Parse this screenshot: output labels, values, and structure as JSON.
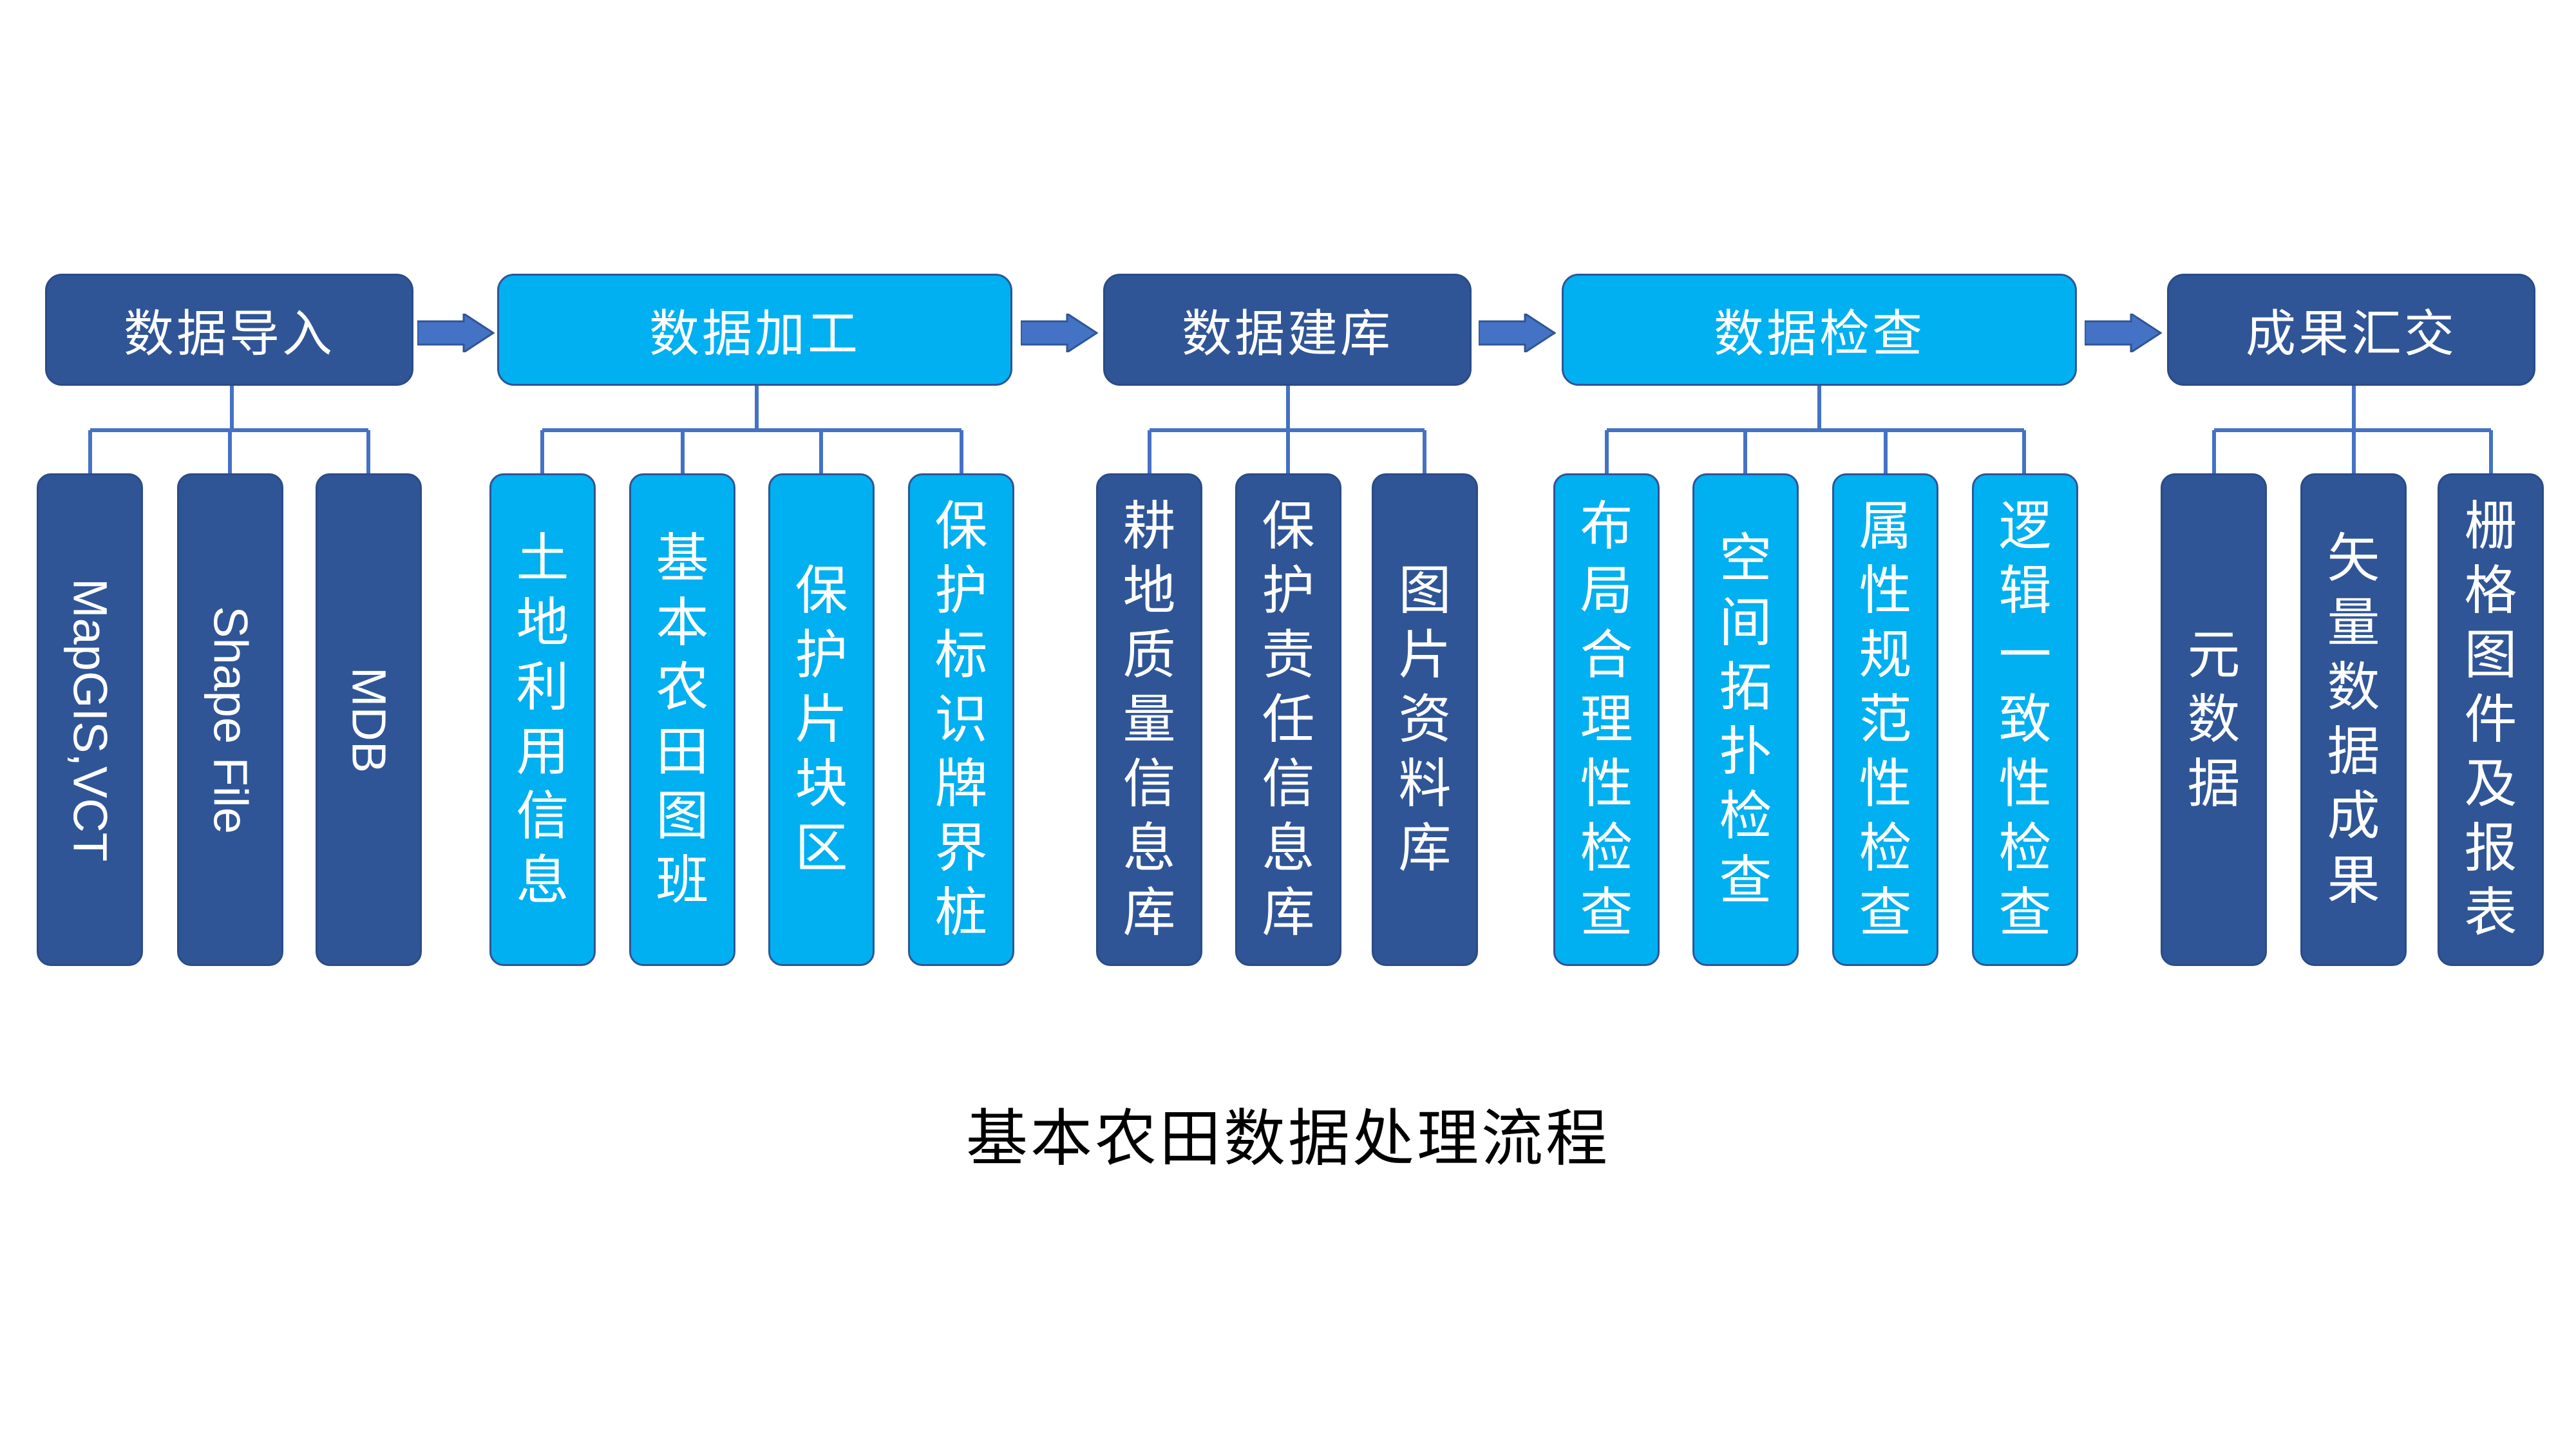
{
  "colors": {
    "dark": "#2F5597",
    "light": "#00B0F0",
    "arrow": "#4472C4",
    "connector": "#4472C4",
    "text_on_box": "#FFFFFF",
    "caption": "#000000"
  },
  "stages": [
    {
      "id": "import",
      "label": "数据导入",
      "style": "dark",
      "children": [
        {
          "label": "MapGIS,VCT",
          "orientation": "rotated"
        },
        {
          "label": "Shape File",
          "orientation": "rotated"
        },
        {
          "label": "MDB",
          "orientation": "rotated"
        }
      ]
    },
    {
      "id": "processing",
      "label": "数据加工",
      "style": "light",
      "children": [
        {
          "label": "土地利用信息",
          "orientation": "stacked"
        },
        {
          "label": "基本农田图班",
          "orientation": "stacked"
        },
        {
          "label": "保护片块区",
          "orientation": "stacked"
        },
        {
          "label": "保护标识牌界桩",
          "orientation": "stacked"
        }
      ]
    },
    {
      "id": "database",
      "label": "数据建库",
      "style": "dark",
      "children": [
        {
          "label": "耕地质量信息库",
          "orientation": "stacked"
        },
        {
          "label": "保护责任信息库",
          "orientation": "stacked"
        },
        {
          "label": "图片资料库",
          "orientation": "stacked"
        }
      ]
    },
    {
      "id": "checking",
      "label": "数据检查",
      "style": "light",
      "children": [
        {
          "label": "布局合理性检查",
          "orientation": "stacked"
        },
        {
          "label": "空间拓扑检查",
          "orientation": "stacked"
        },
        {
          "label": "属性规范性检查",
          "orientation": "stacked"
        },
        {
          "label": "逻辑一致性检查",
          "orientation": "stacked"
        }
      ]
    },
    {
      "id": "delivery",
      "label": "成果汇交",
      "style": "dark",
      "children": [
        {
          "label": "元数据",
          "orientation": "stacked"
        },
        {
          "label": "矢量数据成果",
          "orientation": "stacked"
        },
        {
          "label": "栅格图件及报表",
          "orientation": "stacked"
        }
      ]
    }
  ],
  "caption": "基本农田数据处理流程"
}
